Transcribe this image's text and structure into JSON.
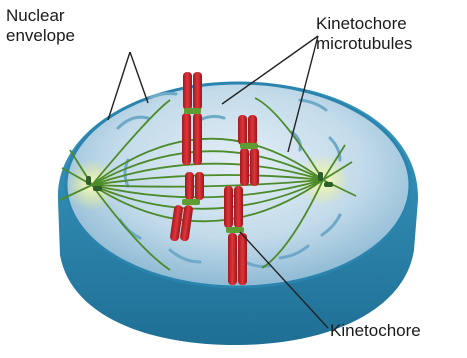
{
  "labels": {
    "nuclear_envelope": [
      "Nuclear",
      "envelope"
    ],
    "kinetochore_microtubules": [
      "Kinetochore",
      "microtubules"
    ],
    "kinetochore": "Kinetochore"
  },
  "colors": {
    "cell_rim": "#2f8eb5",
    "cell_rim_dark": "#1d6f94",
    "cell_top": "#aacfe4",
    "envelope_fragment": "#6fa9c8",
    "spindle": "#4c8a2a",
    "centrosome_glow": "#eef27a",
    "chromosome": "#c8262c",
    "chromosome_dark": "#8e1418",
    "leader_line": "#222222"
  }
}
